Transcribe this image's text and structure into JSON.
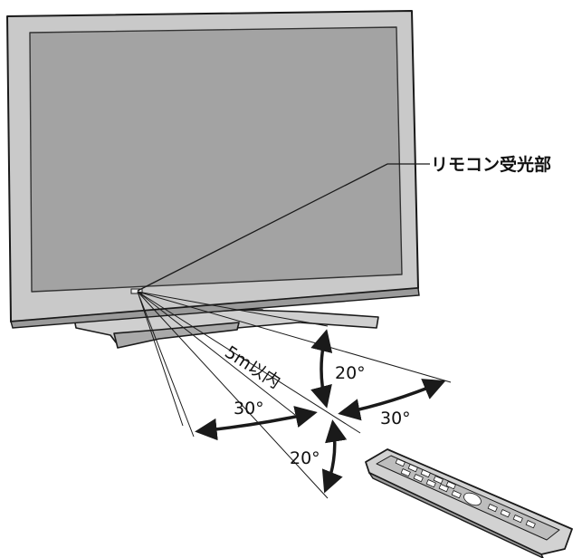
{
  "diagram": {
    "callout_label": "リモコン受光部",
    "distance_label": "5m以内",
    "angles": {
      "upper_vertical": "20°",
      "lower_vertical": "20°",
      "left_horizontal": "30°",
      "right_horizontal": "30°"
    },
    "colors": {
      "tv_frame": "#c9c9c9",
      "tv_screen": "#a3a3a3",
      "stroke": "#1a1a1a",
      "remote_body": "#d2d2d2"
    }
  }
}
